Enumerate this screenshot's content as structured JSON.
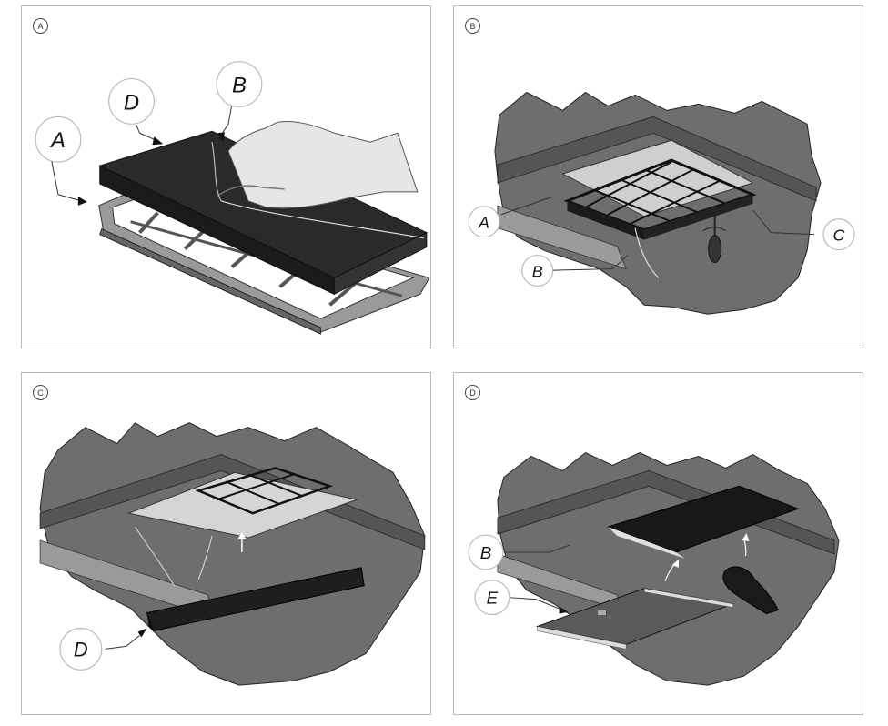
{
  "panels": [
    {
      "step": "A",
      "callouts": [
        "A",
        "D",
        "B"
      ]
    },
    {
      "step": "B",
      "callouts": [
        "A",
        "B",
        "C"
      ]
    },
    {
      "step": "C",
      "callouts": [
        "D"
      ]
    },
    {
      "step": "D",
      "callouts": [
        "B",
        "E"
      ]
    }
  ],
  "colors": {
    "ceiling": "#6e6e6e",
    "ceiling_dark": "#4e4e4e",
    "filter": "#262626",
    "frame": "#8a8a8a",
    "leaf": "#e2e2e2"
  }
}
